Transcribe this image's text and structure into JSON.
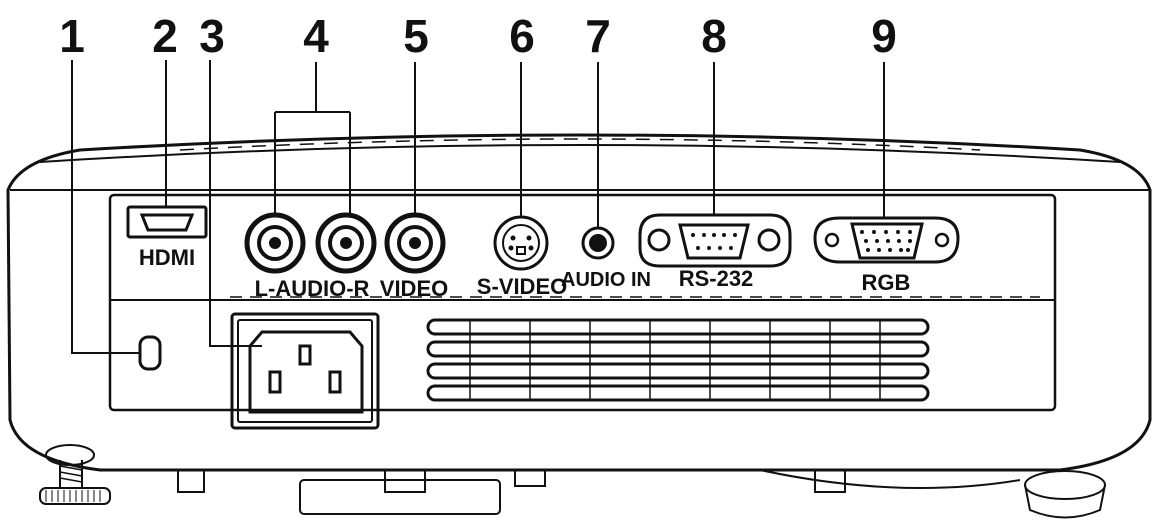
{
  "callouts": [
    "1",
    "2",
    "3",
    "4",
    "5",
    "6",
    "7",
    "8",
    "9"
  ],
  "port_labels": {
    "hdmi": "HDMI",
    "audio_lr": "L-AUDIO-R",
    "video": "VIDEO",
    "svideo": "S-VIDEO",
    "audio_in": "AUDIO IN",
    "rs232": "RS-232",
    "rgb": "RGB"
  }
}
